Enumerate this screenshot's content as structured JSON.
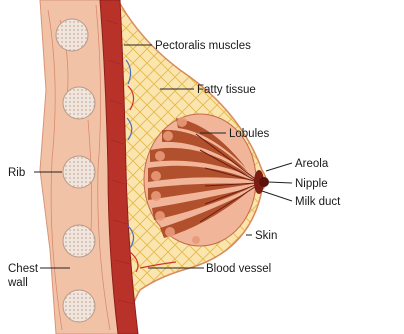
{
  "diagram": {
    "labels": {
      "pectoralis": "Pectoralis muscles",
      "fatty": "Fatty tissue",
      "lobules": "Lobules",
      "areola": "Areola",
      "nipple": "Nipple",
      "milk_duct": "Milk duct",
      "skin": "Skin",
      "blood_vessel": "Blood vessel",
      "rib": "Rib",
      "chest_wall_line1": "Chest",
      "chest_wall_line2": "wall"
    },
    "colors": {
      "chest_wall": "#f2c2a6",
      "rib": "#ece6e1",
      "muscle": "#b8322a",
      "muscle_dark": "#8e1f1a",
      "fat": "#fbe5ae",
      "fat_grid": "#e6b94c",
      "skin_outline": "#d98a5a",
      "lobule": "#b1502c",
      "lobule_light": "#f1b69a",
      "areola": "#7b1d12",
      "vessel_red": "#d2342c",
      "vessel_blue": "#4e6fc0"
    }
  }
}
